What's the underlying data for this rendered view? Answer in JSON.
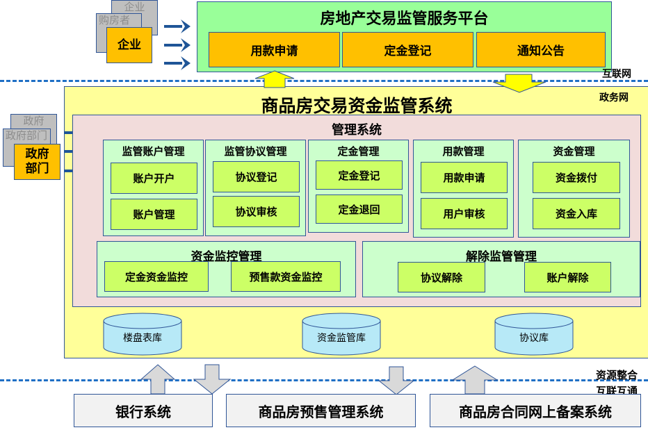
{
  "actors_top": {
    "back_card": "企业",
    "middle_card": "购房者",
    "front_card": "企业"
  },
  "actors_gov": {
    "back_card": "政府",
    "middle_card": "政府部门",
    "front_card": "政府部门"
  },
  "platform": {
    "title": "房地产交易监管服务平台",
    "buttons": [
      "用款申请",
      "定金登记",
      "通知公告"
    ]
  },
  "zones": {
    "internet": "互联网",
    "gov_net": "政务网",
    "integration_1": "资源整合",
    "integration_2": "互联互通"
  },
  "system": {
    "title": "商品房交易资金监管系统",
    "management": {
      "title": "管理系统",
      "modules": [
        {
          "title": "监管账户管理",
          "items": [
            "账户开户",
            "账户管理"
          ]
        },
        {
          "title": "监管协议管理",
          "items": [
            "协议登记",
            "协议审核"
          ]
        },
        {
          "title": "定金管理",
          "items": [
            "定金登记",
            "定金退回"
          ]
        },
        {
          "title": "用款管理",
          "items": [
            "用款申请",
            "用户审核"
          ]
        },
        {
          "title": "资金管理",
          "items": [
            "资金拨付",
            "资金入库"
          ]
        }
      ],
      "monitor": {
        "title": "资金监控管理",
        "items": [
          "定金资金监控",
          "预售款资金监控"
        ]
      },
      "release": {
        "title": "解除监管管理",
        "items": [
          "协议解除",
          "账户解除"
        ]
      }
    },
    "databases": [
      "楼盘表库",
      "资金监管库",
      "协议库"
    ]
  },
  "external_systems": [
    "银行系统",
    "商品房预售管理系统",
    "商品房合同网上备案系统"
  ],
  "colors": {
    "platform": "#99ff99",
    "orange": "#ffc000",
    "system": "#ffff99",
    "management": "#f2dcdb",
    "module": "#ccffcc",
    "item": "#ccff66",
    "database": "#b7e9f7",
    "arrow": "#1f5597"
  }
}
